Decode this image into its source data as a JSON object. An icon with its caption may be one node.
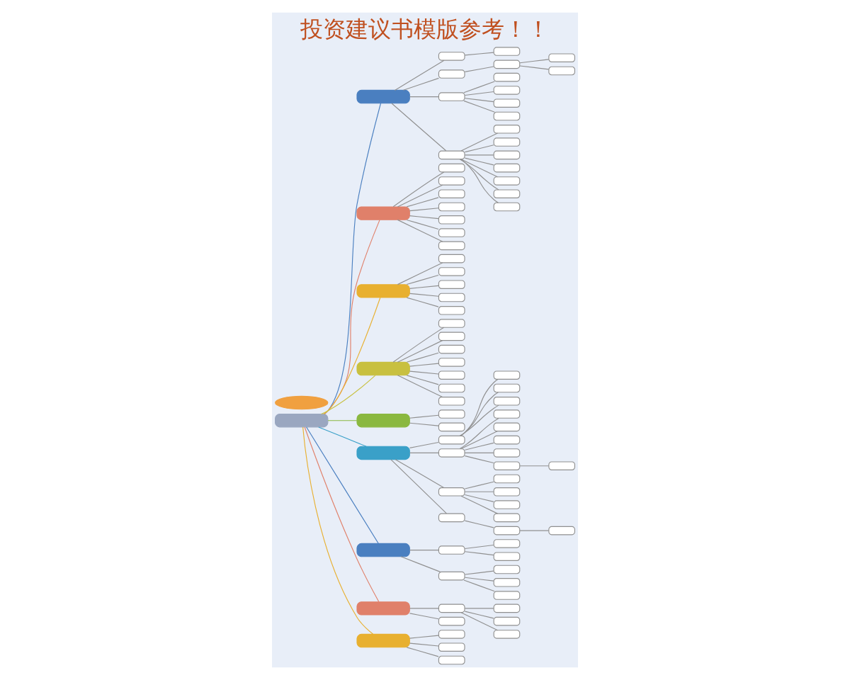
{
  "diagram": {
    "title": "投资建议书模版参考！！",
    "nodes": [
      {
        "text": [],
        "shape": "box"
      },
      {
        "text": [],
        "shape": "box"
      },
      {
        "text": [],
        "shape": "box"
      },
      {
        "text": [],
        "shape": "box"
      },
      {
        "text": [],
        "shape": "box"
      },
      {
        "text": [],
        "shape": "box"
      },
      {
        "text": [],
        "shape": "box"
      },
      {
        "text": [],
        "shape": "box"
      },
      {
        "text": [],
        "shape": "box"
      },
      {
        "text": [],
        "shape": "box"
      },
      {
        "text": [],
        "shape": "box"
      },
      {
        "text": [],
        "shape": "box"
      },
      {
        "text": [],
        "shape": "box"
      },
      {
        "text": [],
        "shape": "box"
      },
      {
        "text": [],
        "shape": "box"
      },
      {
        "text": [],
        "shape": "box"
      },
      {
        "text": [],
        "shape": "box"
      },
      {
        "text": [],
        "shape": "box"
      },
      {
        "text": [],
        "shape": "box"
      },
      {
        "text": [],
        "shape": "box"
      },
      {
        "text": [],
        "shape": "box"
      },
      {
        "text": [],
        "shape": "box"
      },
      {
        "text": [],
        "shape": "box"
      },
      {
        "text": [],
        "shape": "box"
      },
      {
        "text": [],
        "shape": "box"
      },
      {
        "text": [],
        "shape": "box"
      },
      {
        "text": [],
        "shape": "box"
      },
      {
        "text": [],
        "shape": "box"
      },
      {
        "text": [],
        "shape": "box"
      },
      {
        "text": [],
        "shape": "box"
      },
      {
        "text": [],
        "shape": "box"
      },
      {
        "text": [],
        "shape": "box"
      },
      {
        "text": [],
        "shape": "box"
      },
      {
        "text": [],
        "shape": "box"
      },
      {
        "text": [],
        "shape": "box"
      },
      {
        "text": [],
        "shape": "box"
      },
      {
        "text": [],
        "shape": "box"
      },
      {
        "text": [],
        "shape": "box"
      },
      {
        "text": [],
        "shape": "box"
      },
      {
        "text": [],
        "shape": "box"
      },
      {
        "text": [],
        "shape": "box"
      },
      {
        "text": [],
        "shape": "box"
      },
      {
        "text": [],
        "shape": "box"
      },
      {
        "text": [],
        "shape": "box"
      },
      {
        "text": [],
        "shape": "box"
      },
      {
        "text": [],
        "shape": "box"
      },
      {
        "text": [],
        "shape": "box"
      },
      {
        "text": [],
        "shape": "box"
      },
      {
        "text": [],
        "shape": "box"
      },
      {
        "text": [],
        "shape": "box"
      },
      {
        "text": [],
        "shape": "box"
      },
      {
        "text": [],
        "shape": "box"
      },
      {
        "text": [],
        "shape": "box"
      },
      {
        "text": [],
        "shape": "box"
      },
      {
        "text": [],
        "shape": "box"
      },
      {
        "text": [],
        "shape": "box"
      },
      {
        "text": [],
        "shape": "box"
      },
      {
        "text": [],
        "shape": "box"
      },
      {
        "text": [],
        "shape": "box"
      },
      {
        "text": [],
        "shape": "box"
      },
      {
        "text": [],
        "shape": "box"
      },
      {
        "text": [],
        "shape": "box"
      },
      {
        "text": [],
        "shape": "box"
      },
      {
        "text": [],
        "shape": "box"
      },
      {
        "text": [],
        "shape": "box"
      },
      {
        "text": [],
        "shape": "box"
      },
      {
        "text": [],
        "shape": "box"
      },
      {
        "text": [],
        "shape": "box"
      },
      {
        "text": [],
        "shape": "box"
      },
      {
        "text": [],
        "shape": "box"
      },
      {
        "text": [],
        "shape": "box"
      },
      {
        "text": [],
        "shape": "box"
      },
      {
        "text": [],
        "shape": "box"
      },
      {
        "text": [],
        "shape": "box"
      },
      {
        "text": [],
        "shape": "box"
      },
      {
        "text": [],
        "shape": "box"
      },
      {
        "text": [],
        "shape": "box"
      },
      {
        "text": [],
        "shape": "box"
      },
      {
        "text": [],
        "shape": "box"
      },
      {
        "text": [],
        "shape": "box"
      },
      {
        "text": [],
        "shape": "box"
      },
      {
        "text": [],
        "shape": "box"
      },
      {
        "text": [],
        "shape": "box"
      },
      {
        "text": [],
        "shape": "box"
      },
      {
        "text": [],
        "shape": "ellipse"
      }
    ],
    "edges": [
      {
        "from": 0,
        "to": 1,
        "arrow": "none",
        "color": "#4a7fc0"
      },
      {
        "from": 0,
        "to": 21,
        "arrow": "none",
        "color": "#e0806a"
      },
      {
        "from": 0,
        "to": 29,
        "arrow": "none",
        "color": "#e8b030"
      },
      {
        "from": 0,
        "to": 35,
        "arrow": "none",
        "color": "#c8c040"
      },
      {
        "from": 0,
        "to": 43,
        "arrow": "none",
        "color": "#8ab840"
      },
      {
        "from": 0,
        "to": 46,
        "arrow": "none",
        "color": "#3aa0c8"
      },
      {
        "from": 0,
        "to": 66,
        "arrow": "none",
        "color": "#4a7fc0"
      },
      {
        "from": 0,
        "to": 74,
        "arrow": "none",
        "color": "#e0806a"
      },
      {
        "from": 0,
        "to": 80,
        "arrow": "none",
        "color": "#e8b030"
      },
      {
        "from": 1,
        "to": 2,
        "arrow": "none"
      },
      {
        "from": 2,
        "to": 3,
        "arrow": "none"
      },
      {
        "from": 1,
        "to": 4,
        "arrow": "none"
      },
      {
        "from": 4,
        "to": 5,
        "arrow": "none"
      },
      {
        "from": 5,
        "to": 6,
        "arrow": "none"
      },
      {
        "from": 5,
        "to": 7,
        "arrow": "none"
      },
      {
        "from": 1,
        "to": 8,
        "arrow": "none"
      },
      {
        "from": 8,
        "to": 9,
        "arrow": "none"
      },
      {
        "from": 8,
        "to": 10,
        "arrow": "none"
      },
      {
        "from": 8,
        "to": 11,
        "arrow": "none"
      },
      {
        "from": 8,
        "to": 12,
        "arrow": "none"
      },
      {
        "from": 1,
        "to": 13,
        "arrow": "none"
      },
      {
        "from": 13,
        "to": 14,
        "arrow": "none"
      },
      {
        "from": 13,
        "to": 15,
        "arrow": "none"
      },
      {
        "from": 13,
        "to": 16,
        "arrow": "none"
      },
      {
        "from": 13,
        "to": 17,
        "arrow": "none"
      },
      {
        "from": 13,
        "to": 18,
        "arrow": "none"
      },
      {
        "from": 13,
        "to": 19,
        "arrow": "none"
      },
      {
        "from": 13,
        "to": 20,
        "arrow": "none"
      },
      {
        "from": 21,
        "to": 22,
        "arrow": "none"
      },
      {
        "from": 21,
        "to": 23,
        "arrow": "none"
      },
      {
        "from": 21,
        "to": 24,
        "arrow": "none"
      },
      {
        "from": 21,
        "to": 25,
        "arrow": "none"
      },
      {
        "from": 21,
        "to": 26,
        "arrow": "none"
      },
      {
        "from": 21,
        "to": 27,
        "arrow": "none"
      },
      {
        "from": 21,
        "to": 28,
        "arrow": "none"
      },
      {
        "from": 29,
        "to": 30,
        "arrow": "none"
      },
      {
        "from": 29,
        "to": 31,
        "arrow": "none"
      },
      {
        "from": 29,
        "to": 32,
        "arrow": "none"
      },
      {
        "from": 29,
        "to": 33,
        "arrow": "none"
      },
      {
        "from": 29,
        "to": 34,
        "arrow": "none"
      },
      {
        "from": 35,
        "to": 36,
        "arrow": "none"
      },
      {
        "from": 35,
        "to": 37,
        "arrow": "none"
      },
      {
        "from": 35,
        "to": 38,
        "arrow": "none"
      },
      {
        "from": 35,
        "to": 39,
        "arrow": "none"
      },
      {
        "from": 35,
        "to": 40,
        "arrow": "none"
      },
      {
        "from": 35,
        "to": 41,
        "arrow": "none"
      },
      {
        "from": 35,
        "to": 42,
        "arrow": "none"
      },
      {
        "from": 43,
        "to": 44,
        "arrow": "none"
      },
      {
        "from": 43,
        "to": 45,
        "arrow": "none"
      },
      {
        "from": 46,
        "to": 47,
        "arrow": "none"
      },
      {
        "from": 47,
        "to": 48,
        "arrow": "none"
      },
      {
        "from": 47,
        "to": 49,
        "arrow": "none"
      },
      {
        "from": 47,
        "to": 50,
        "arrow": "none"
      },
      {
        "from": 46,
        "to": 51,
        "arrow": "none"
      },
      {
        "from": 51,
        "to": 52,
        "arrow": "none"
      },
      {
        "from": 51,
        "to": 53,
        "arrow": "none"
      },
      {
        "from": 51,
        "to": 54,
        "arrow": "none"
      },
      {
        "from": 51,
        "to": 55,
        "arrow": "none"
      },
      {
        "from": 51,
        "to": 56,
        "arrow": "none"
      },
      {
        "from": 56,
        "to": 57,
        "arrow": "none"
      },
      {
        "from": 46,
        "to": 58,
        "arrow": "none"
      },
      {
        "from": 58,
        "to": 59,
        "arrow": "none"
      },
      {
        "from": 58,
        "to": 60,
        "arrow": "none"
      },
      {
        "from": 58,
        "to": 61,
        "arrow": "none"
      },
      {
        "from": 58,
        "to": 62,
        "arrow": "none"
      },
      {
        "from": 46,
        "to": 63,
        "arrow": "none"
      },
      {
        "from": 63,
        "to": 64,
        "arrow": "none"
      },
      {
        "from": 64,
        "to": 65,
        "arrow": "none"
      },
      {
        "from": 66,
        "to": 67,
        "arrow": "none"
      },
      {
        "from": 67,
        "to": 68,
        "arrow": "none"
      },
      {
        "from": 67,
        "to": 69,
        "arrow": "none"
      },
      {
        "from": 66,
        "to": 70,
        "arrow": "none"
      },
      {
        "from": 70,
        "to": 71,
        "arrow": "none"
      },
      {
        "from": 70,
        "to": 72,
        "arrow": "none"
      },
      {
        "from": 70,
        "to": 73,
        "arrow": "none"
      },
      {
        "from": 74,
        "to": 75,
        "arrow": "none"
      },
      {
        "from": 75,
        "to": 76,
        "arrow": "none"
      },
      {
        "from": 75,
        "to": 77,
        "arrow": "none"
      },
      {
        "from": 75,
        "to": 78,
        "arrow": "none"
      },
      {
        "from": 74,
        "to": 79,
        "arrow": "none"
      },
      {
        "from": 80,
        "to": 81,
        "arrow": "none"
      },
      {
        "from": 80,
        "to": 82,
        "arrow": "none"
      },
      {
        "from": 80,
        "to": 83,
        "arrow": "none"
      }
    ]
  }
}
